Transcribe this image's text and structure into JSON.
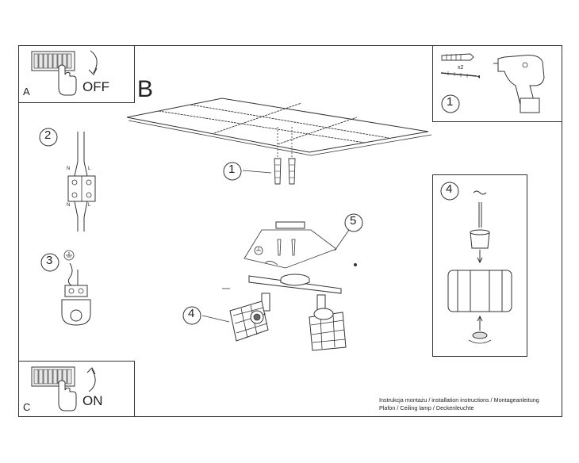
{
  "panel_a": {
    "letter": "A",
    "action": "OFF"
  },
  "panel_c": {
    "letter": "C",
    "action": "ON"
  },
  "section_b": {
    "letter": "B"
  },
  "steps": {
    "one": "1",
    "two": "2",
    "three": "3",
    "four": "4",
    "five": "5"
  },
  "wire_labels": {
    "neutral": "N",
    "live": "L"
  },
  "tools": {
    "quantity": "x2"
  },
  "caption": {
    "line1": "Instrukcja montażu / installation instructions / Montageanleitung",
    "line2": "Plafon / Ceiling lamp / Deckenleuchte"
  },
  "colors": {
    "line": "#333333",
    "light": "#888888",
    "fill": "#ffffff"
  }
}
